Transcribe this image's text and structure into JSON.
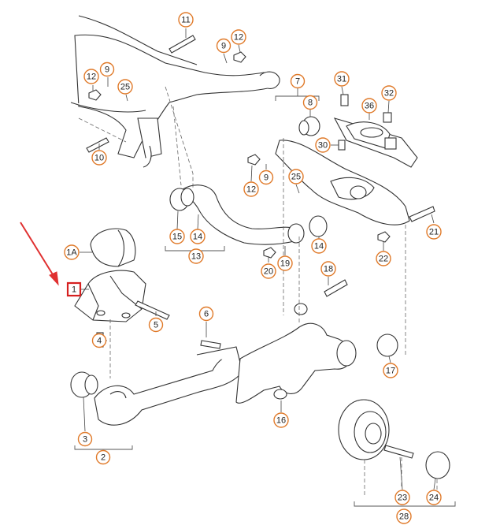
{
  "diagram": {
    "callouts": [
      {
        "id": "c11",
        "label": "11"
      },
      {
        "id": "c12a",
        "label": "12"
      },
      {
        "id": "c9a",
        "label": "9"
      },
      {
        "id": "c12b",
        "label": "12"
      },
      {
        "id": "c9b",
        "label": "9"
      },
      {
        "id": "c25a",
        "label": "25"
      },
      {
        "id": "c10",
        "label": "10"
      },
      {
        "id": "c7",
        "label": "7"
      },
      {
        "id": "c8",
        "label": "8"
      },
      {
        "id": "c31",
        "label": "31"
      },
      {
        "id": "c32",
        "label": "32"
      },
      {
        "id": "c36",
        "label": "36"
      },
      {
        "id": "c30",
        "label": "30"
      },
      {
        "id": "c12c",
        "label": "12"
      },
      {
        "id": "c9c",
        "label": "9"
      },
      {
        "id": "c25b",
        "label": "25"
      },
      {
        "id": "c21",
        "label": "21"
      },
      {
        "id": "c15",
        "label": "15"
      },
      {
        "id": "c14a",
        "label": "14"
      },
      {
        "id": "c13",
        "label": "13"
      },
      {
        "id": "c14b",
        "label": "14"
      },
      {
        "id": "c22",
        "label": "22"
      },
      {
        "id": "c1a",
        "label": "1A"
      },
      {
        "id": "c20",
        "label": "20"
      },
      {
        "id": "c19",
        "label": "19"
      },
      {
        "id": "c18",
        "label": "18"
      },
      {
        "id": "c1",
        "label": "1"
      },
      {
        "id": "c5",
        "label": "5"
      },
      {
        "id": "c6",
        "label": "6"
      },
      {
        "id": "c4",
        "label": "4"
      },
      {
        "id": "c17",
        "label": "17"
      },
      {
        "id": "c16",
        "label": "16"
      },
      {
        "id": "c3",
        "label": "3"
      },
      {
        "id": "c2",
        "label": "2"
      },
      {
        "id": "c23",
        "label": "23"
      },
      {
        "id": "c24",
        "label": "24"
      },
      {
        "id": "c28",
        "label": "28"
      }
    ],
    "highlighted_callout": "1",
    "colors": {
      "callout_ring": "#e07a2a",
      "highlight_box": "#d62020",
      "pointer_arrow": "#e03030",
      "line_art": "#333333"
    }
  }
}
